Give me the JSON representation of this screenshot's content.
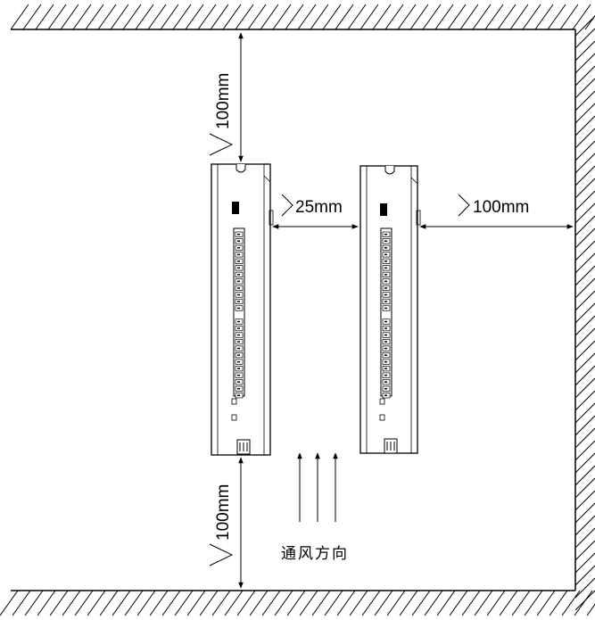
{
  "labels": {
    "top_clearance": "100mm",
    "bottom_clearance": "100mm",
    "side_gap": "25mm",
    "right_clearance": "100mm",
    "airflow": "通风方向"
  },
  "drive_units": [
    {
      "name": "drive-left",
      "terminal_pins": 24
    },
    {
      "name": "drive-right",
      "terminal_pins": 24
    }
  ],
  "colors": {
    "line": "#000000",
    "background": "#ffffff"
  }
}
